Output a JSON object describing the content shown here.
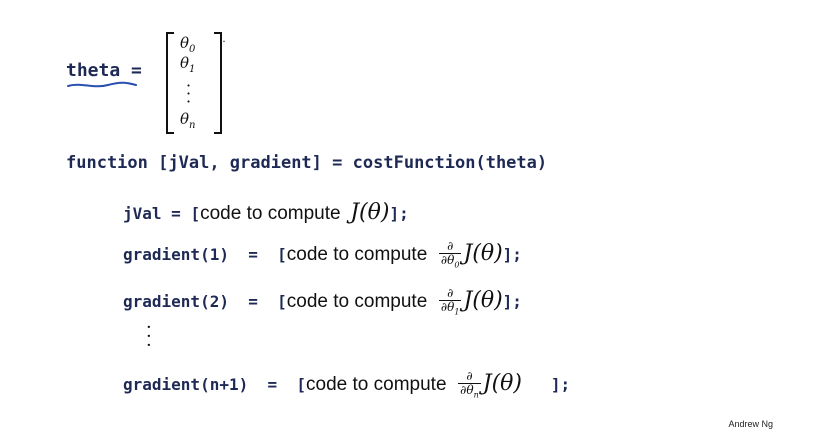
{
  "theta_block": {
    "label": "theta",
    "eq": "=",
    "entries": [
      "θ",
      "θ",
      "θ"
    ],
    "subs": [
      "0",
      "1",
      "n"
    ],
    "tick": "·"
  },
  "function_line": {
    "keyword": "function",
    "outputs": "[jVal, gradient]",
    "eq": "=",
    "call": "costFunction(theta)"
  },
  "lines": [
    {
      "lhs": "jVal",
      "eq": "=",
      "open": "[",
      "text": "code to compute",
      "math": "J(θ)",
      "close": "];"
    },
    {
      "lhs": "gradient(1)",
      "eq": "=",
      "open": "[",
      "text": "code to compute",
      "frac_num": "∂",
      "frac_den": "∂θ",
      "frac_sub": "0",
      "math": "J(θ)",
      "close": "];"
    },
    {
      "lhs": "gradient(2)",
      "eq": "=",
      "open": "[",
      "text": "code to compute",
      "frac_num": "∂",
      "frac_den": "∂θ",
      "frac_sub": "1",
      "math": "J(θ)",
      "close": "];"
    },
    {
      "lhs": "gradient(n+1)",
      "eq": "=",
      "open": "[",
      "text": "code to compute",
      "frac_num": "∂",
      "frac_den": "∂θ",
      "frac_sub": "n",
      "math": "J(θ)",
      "close": "];"
    }
  ],
  "credit": "Andrew Ng",
  "colors": {
    "code": "#1e2a55",
    "underline": "#2a4fb0",
    "text": "#111111"
  }
}
